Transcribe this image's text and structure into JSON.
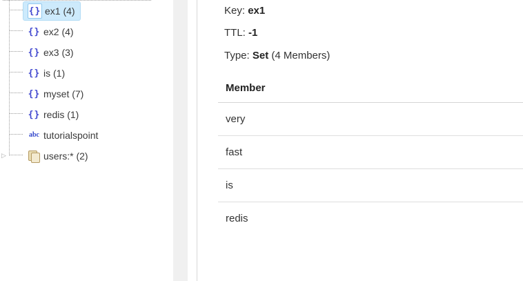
{
  "sidebar": {
    "items": [
      {
        "label": "ex1 (4)",
        "icon": "braces",
        "selected": true
      },
      {
        "label": "ex2 (4)",
        "icon": "braces",
        "selected": false
      },
      {
        "label": "ex3 (3)",
        "icon": "braces",
        "selected": false
      },
      {
        "label": "is (1)",
        "icon": "braces",
        "selected": false
      },
      {
        "label": "myset (7)",
        "icon": "braces",
        "selected": false
      },
      {
        "label": "redis (1)",
        "icon": "braces",
        "selected": false
      },
      {
        "label": "tutorialspoint",
        "icon": "abc",
        "selected": false
      },
      {
        "label": "users:* (2)",
        "icon": "folder",
        "selected": false,
        "expandable": true
      }
    ]
  },
  "icons": {
    "braces_glyph": "{}",
    "abc_glyph": "abc",
    "expander_glyph": "▷"
  },
  "detail": {
    "key_label": "Key:",
    "key_value": "ex1",
    "ttl_label": "TTL:",
    "ttl_value": "-1",
    "type_label": "Type:",
    "type_value": "Set",
    "type_suffix": "(4 Members)",
    "table": {
      "header": "Member",
      "rows": [
        "very",
        "fast",
        "is",
        "redis"
      ]
    }
  },
  "colors": {
    "selection_fill": "#cdeafc",
    "selection_border": "#b3dcf5",
    "braces_icon": "#3f46cf",
    "panel_border": "#d6d6d6",
    "scrollbar_track": "#f0f0f0",
    "table_divider": "#dedede"
  }
}
